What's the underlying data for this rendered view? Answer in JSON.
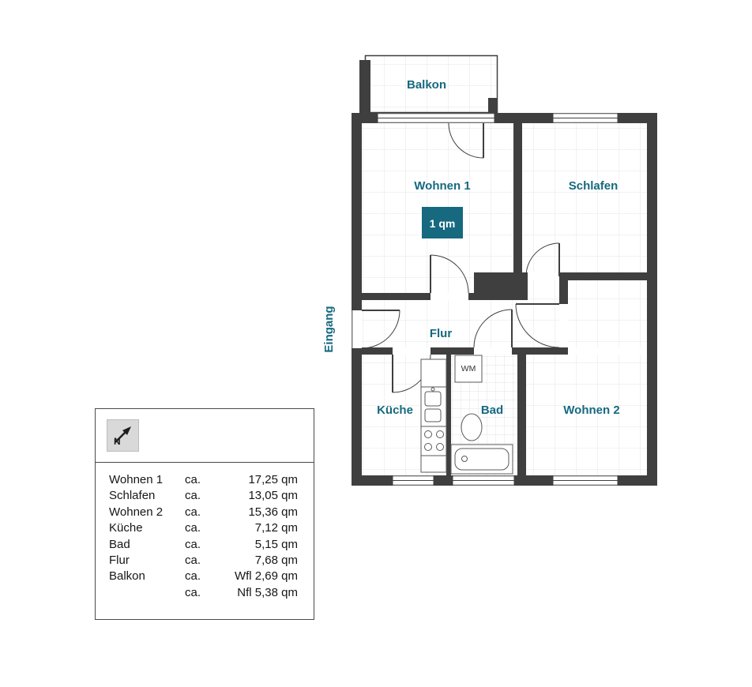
{
  "floorplan": {
    "labels": {
      "balkon": "Balkon",
      "wohnen1": "Wohnen 1",
      "schlafen": "Schlafen",
      "flur": "Flur",
      "kueche": "Küche",
      "bad": "Bad",
      "wohnen2": "Wohnen 2",
      "eingang": "Eingang",
      "wm": "WM",
      "area_badge": "1 qm"
    },
    "colors": {
      "wall": "#3f3f3f",
      "label": "#16697f",
      "badge_bg": "#16697f",
      "badge_text": "#ffffff"
    }
  },
  "legend": {
    "compass": "N",
    "rows": [
      {
        "name": "Wohnen 1",
        "ca": "ca.",
        "value": "17,25 qm"
      },
      {
        "name": "Schlafen",
        "ca": "ca.",
        "value": "13,05 qm"
      },
      {
        "name": "Wohnen 2",
        "ca": "ca.",
        "value": "15,36 qm"
      },
      {
        "name": "Küche",
        "ca": "ca.",
        "value": "7,12 qm"
      },
      {
        "name": "Bad",
        "ca": "ca.",
        "value": "5,15 qm"
      },
      {
        "name": "Flur",
        "ca": "ca.",
        "value": "7,68 qm"
      },
      {
        "name": "Balkon",
        "ca": "ca.",
        "value": "Wfl 2,69 qm"
      },
      {
        "name": "",
        "ca": "ca.",
        "value": "Nfl 5,38 qm"
      }
    ]
  }
}
